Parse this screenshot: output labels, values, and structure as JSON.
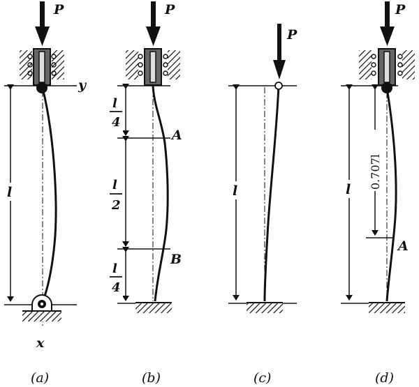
{
  "load_label": "P",
  "panels": {
    "a": {
      "caption": "(a)",
      "length": "l",
      "axis_y": "y",
      "axis_x": "x"
    },
    "b": {
      "caption": "(b)",
      "length_half": "l",
      "half_den": "2",
      "length_quarter_top": "l",
      "quarter_den_top": "4",
      "length_quarter_bot": "l",
      "quarter_den_bot": "4",
      "point_a": "A",
      "point_b": "B"
    },
    "c": {
      "caption": "(c)",
      "length": "l"
    },
    "d": {
      "caption": "(d)",
      "length": "l",
      "dim_upper": "0.707l",
      "point_a": "A"
    }
  },
  "colors": {
    "ink": "#111111",
    "paper": "#ffffff"
  }
}
